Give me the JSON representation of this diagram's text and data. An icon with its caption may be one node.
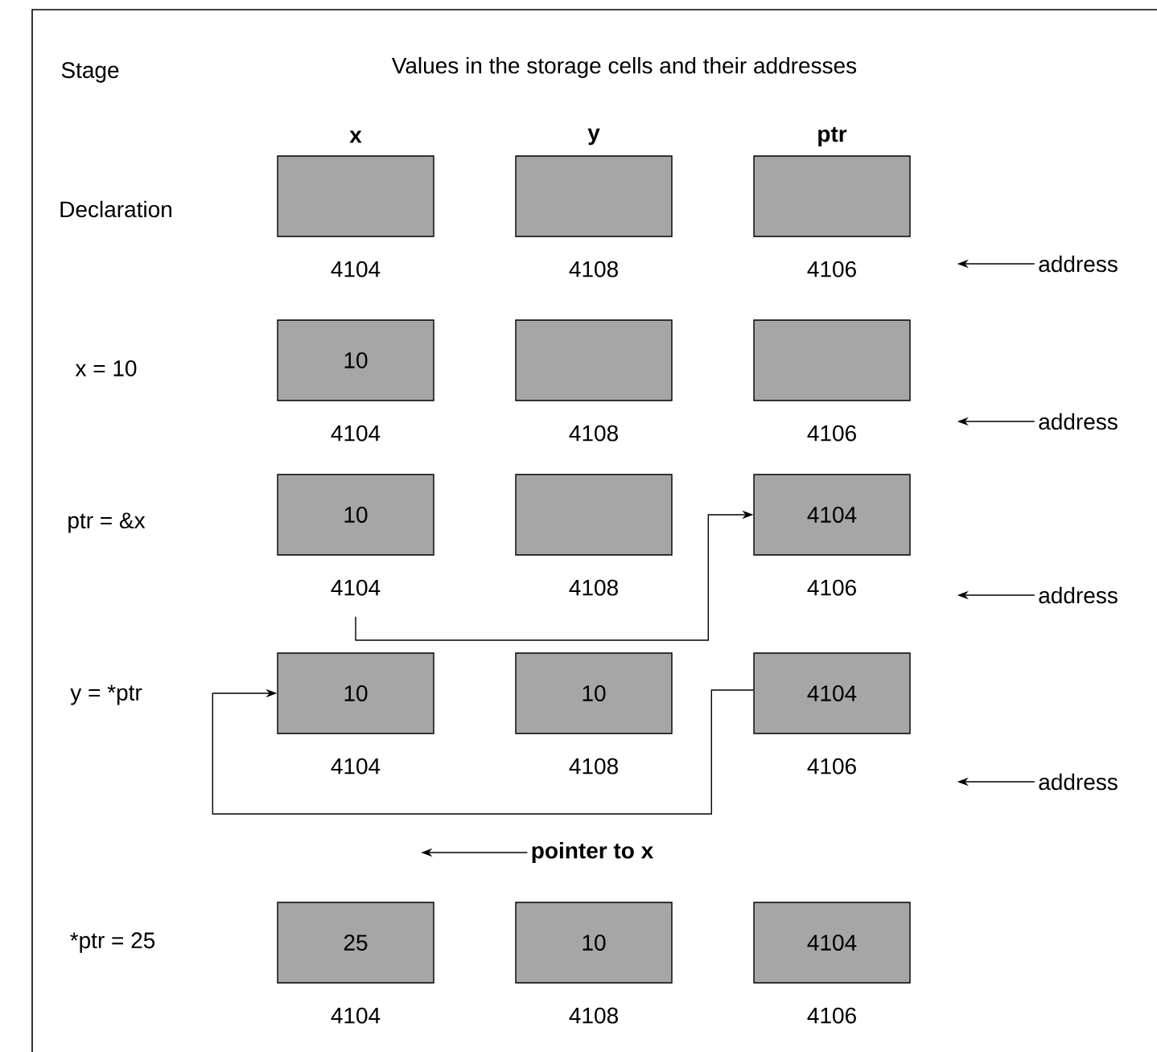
{
  "diagram": {
    "nodes": [
      {
        "text": [],
        "shape": "box",
        "beside": [
          "4104"
        ]
      },
      {
        "text": [],
        "shape": "box",
        "beside": [
          "4108"
        ]
      },
      {
        "text": [],
        "shape": "box",
        "beside": [
          "4106"
        ]
      },
      {
        "text": [
          "address"
        ]
      },
      {
        "text": [
          "10"
        ],
        "beside": [
          "4104"
        ]
      },
      {
        "text": [],
        "shape": "box",
        "beside": [
          "4108"
        ]
      },
      {
        "text": [],
        "shape": "box",
        "beside": [
          "4106"
        ]
      },
      {
        "text": [
          "address"
        ]
      },
      {
        "text": [
          "10"
        ],
        "beside": [
          "4104"
        ]
      },
      {
        "text": [],
        "shape": "box",
        "beside": [
          "4108"
        ]
      },
      {
        "text": [
          "4104"
        ],
        "beside": [
          "4106"
        ]
      },
      {
        "text": [
          "address"
        ]
      },
      {
        "text": [
          "10"
        ],
        "beside": [
          "4104"
        ]
      },
      {
        "text": [
          "10"
        ],
        "beside": [
          "4108"
        ]
      },
      {
        "text": [
          "4104"
        ],
        "beside": [
          "4106"
        ]
      },
      {
        "text": [
          "address"
        ]
      },
      {
        "text": [
          "pointer to x"
        ]
      },
      {
        "text": [
          "25"
        ],
        "beside": [
          "4104"
        ]
      },
      {
        "text": [
          "10"
        ],
        "beside": [
          "4108"
        ]
      },
      {
        "text": [
          "4104"
        ],
        "beside": [
          "4106"
        ]
      }
    ],
    "edges": [
      {
        "from": 3,
        "to": null,
        "arrow": "to"
      },
      {
        "from": 7,
        "to": null,
        "arrow": "to"
      },
      {
        "from": 8,
        "to": 10,
        "arrow": "to"
      },
      {
        "from": 11,
        "to": null,
        "arrow": "to"
      },
      {
        "from": 14,
        "to": 12,
        "arrow": "to"
      },
      {
        "from": 15,
        "to": null,
        "arrow": "to"
      },
      {
        "from": 16,
        "to": null,
        "arrow": "to"
      }
    ],
    "labels": [
      "Stage",
      "Values in the storage cells and their addresses",
      "x",
      "y",
      "ptr",
      "Declaration",
      "x = 10",
      "ptr = &x",
      "y = *ptr",
      "*ptr = 25"
    ]
  }
}
